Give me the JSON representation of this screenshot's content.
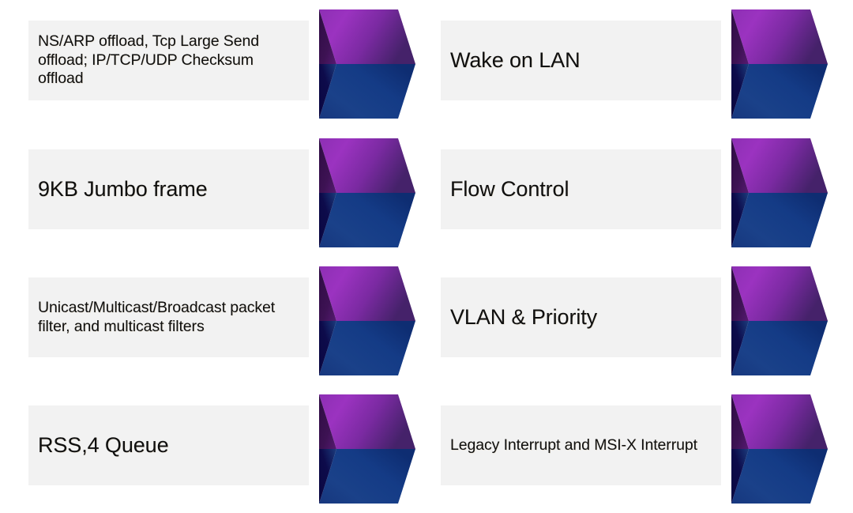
{
  "page": {
    "background_color": "#ffffff",
    "plate_color": "#f2f2f2",
    "text_color": "#0f0f0f"
  },
  "palette": {
    "purple_dark": "#3b1152",
    "purple_mid": "#8b2fb0",
    "purple_bright": "#9b30bd",
    "purple_tip": "#46236b",
    "blue_dark": "#0c0a47",
    "blue_mid": "#1b4287",
    "blue_deep": "#12357e",
    "blue_tip": "#0f2f78"
  },
  "items": [
    {
      "id": "ns-arp-offload",
      "column": "left",
      "row": 0,
      "size": "small",
      "label": "NS/ARP offload, Tcp Large Send offload; IP/TCP/UDP Checksum offload",
      "icon": "chevron-arrow-icon"
    },
    {
      "id": "wake-on-lan",
      "column": "right",
      "row": 0,
      "size": "large",
      "label": "Wake on LAN",
      "icon": "chevron-arrow-icon"
    },
    {
      "id": "jumbo-frame",
      "column": "left",
      "row": 1,
      "size": "large",
      "label": "9KB Jumbo frame",
      "icon": "chevron-arrow-icon"
    },
    {
      "id": "flow-control",
      "column": "right",
      "row": 1,
      "size": "large",
      "label": "Flow Control",
      "icon": "chevron-arrow-icon"
    },
    {
      "id": "packet-filter",
      "column": "left",
      "row": 2,
      "size": "small",
      "label": "Unicast/Multicast/Broadcast packet filter, and multicast filters",
      "icon": "chevron-arrow-icon"
    },
    {
      "id": "vlan-priority",
      "column": "right",
      "row": 2,
      "size": "large",
      "label": "VLAN & Priority",
      "icon": "chevron-arrow-icon"
    },
    {
      "id": "rss-queue",
      "column": "left",
      "row": 3,
      "size": "large",
      "label": "RSS,4 Queue",
      "icon": "chevron-arrow-icon"
    },
    {
      "id": "interrupts",
      "column": "right",
      "row": 3,
      "size": "small",
      "label": "Legacy Interrupt and MSI-X Interrupt",
      "icon": "chevron-arrow-icon"
    }
  ]
}
